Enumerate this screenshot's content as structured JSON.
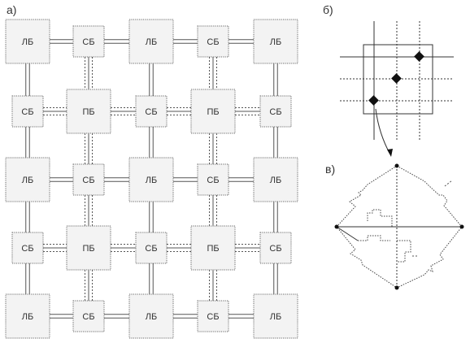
{
  "panel_labels": {
    "a": "а)",
    "b": "б)",
    "c": "в)"
  },
  "grid": [
    [
      "ЛБ",
      "СБ",
      "ЛБ",
      "СБ",
      "ЛБ"
    ],
    [
      "СБ",
      "ПБ",
      "СБ",
      "ПБ",
      "СБ"
    ],
    [
      "ЛБ",
      "СБ",
      "ЛБ",
      "СБ",
      "ЛБ"
    ],
    [
      "СБ",
      "ПБ",
      "СБ",
      "ПБ",
      "СБ"
    ],
    [
      "ЛБ",
      "СБ",
      "ЛБ",
      "СБ",
      "ЛБ"
    ]
  ]
}
